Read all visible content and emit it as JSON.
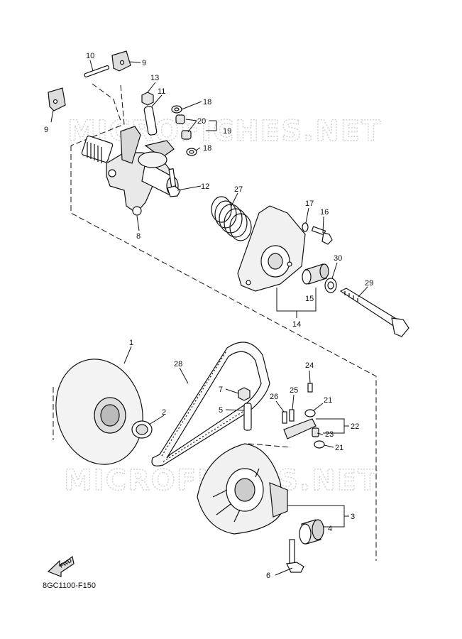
{
  "watermark": "MICROFICHES.NET",
  "diagram_code": "8GC1100-F150",
  "fwd_label": "FWD",
  "callouts": {
    "c1": "1",
    "c2": "2",
    "c3": "3",
    "c4": "4",
    "c5": "5",
    "c6": "6",
    "c7": "7",
    "c8": "8",
    "c9a": "9",
    "c9b": "9",
    "c10": "10",
    "c11": "11",
    "c12": "12",
    "c13": "13",
    "c14": "14",
    "c15": "15",
    "c16": "16",
    "c17": "17",
    "c18a": "18",
    "c18b": "18",
    "c19": "19",
    "c20": "20",
    "c21a": "21",
    "c21b": "21",
    "c22": "22",
    "c23": "23",
    "c24": "24",
    "c25": "25",
    "c26": "26",
    "c27": "27",
    "c28": "28",
    "c29": "29",
    "c30": "30"
  }
}
